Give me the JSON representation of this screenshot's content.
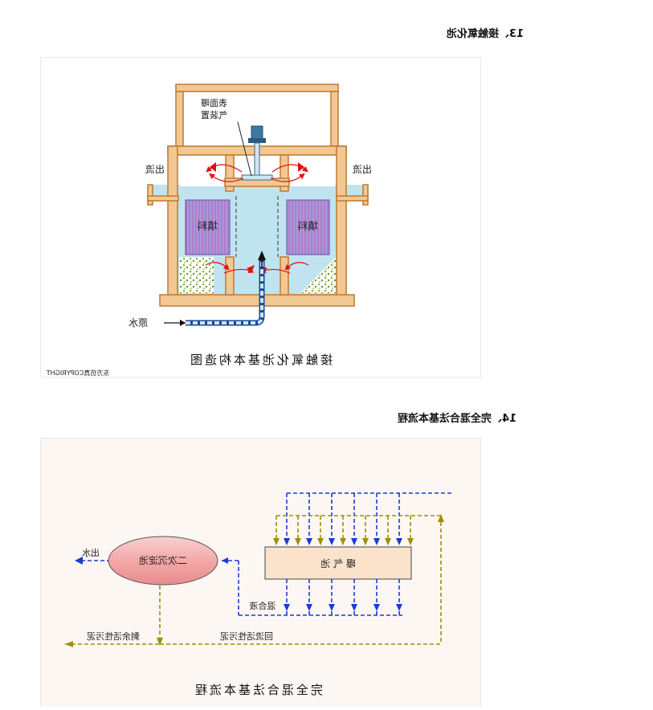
{
  "section13": {
    "heading": "13、接触氧化池"
  },
  "figure1": {
    "label_aerator_line1": "表面曝",
    "label_aerator_line2": "气装置",
    "label_outflow_left": "出流",
    "label_outflow_right": "出流",
    "label_filler_left": "填料",
    "label_filler_right": "填料",
    "label_raw_water": "原水",
    "caption": "接触氧化池基本构造图",
    "copyright": "东方仿真COPYRIGHT",
    "colors": {
      "water": "#bfe4ef",
      "filler": "#a898e0",
      "tank": "#f2c892",
      "tank_stroke": "#c07830",
      "arrow_red": "#e01010",
      "gravel": "#a0c060"
    }
  },
  "section14": {
    "heading": "14、完全混合法基本流程"
  },
  "figure2": {
    "label_aeration_tank": "曝 气 池",
    "label_secondary_clarifier": "二次沉淀池",
    "label_effluent": "出水",
    "label_mixed_liquor": "混合液",
    "label_return_sludge": "回流活性污泥",
    "label_excess_sludge": "剩余活性污泥",
    "caption": "完全混合法基本流程",
    "colors": {
      "air_line": "#1a3ad8",
      "sludge_line": "#a09000",
      "clarifier": "#f0a8a8",
      "tank": "#fbe3cb"
    }
  }
}
